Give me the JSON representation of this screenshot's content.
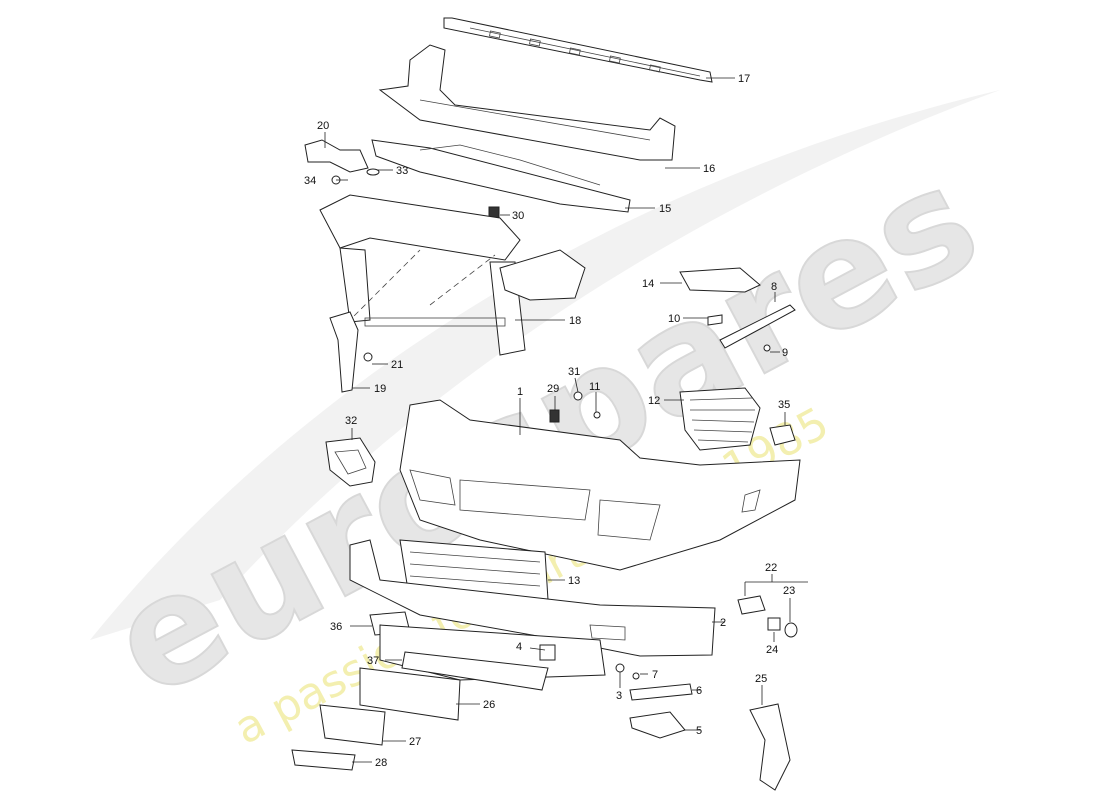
{
  "watermark": {
    "brand": "eurospares",
    "tagline": "a passion for parts since 1985",
    "brand_color": "#e4e4e4",
    "tagline_color": "#f4f1b4"
  },
  "callouts": [
    {
      "id": "c1",
      "text": "1"
    },
    {
      "id": "c2",
      "text": "2"
    },
    {
      "id": "c3",
      "text": "3"
    },
    {
      "id": "c4",
      "text": "4"
    },
    {
      "id": "c5",
      "text": "5"
    },
    {
      "id": "c6",
      "text": "6"
    },
    {
      "id": "c7",
      "text": "7"
    },
    {
      "id": "c8",
      "text": "8"
    },
    {
      "id": "c9",
      "text": "9"
    },
    {
      "id": "c10",
      "text": "10"
    },
    {
      "id": "c11",
      "text": "11"
    },
    {
      "id": "c12",
      "text": "12"
    },
    {
      "id": "c13",
      "text": "13"
    },
    {
      "id": "c14",
      "text": "14"
    },
    {
      "id": "c15",
      "text": "15"
    },
    {
      "id": "c16",
      "text": "16"
    },
    {
      "id": "c17",
      "text": "17"
    },
    {
      "id": "c18",
      "text": "18"
    },
    {
      "id": "c19",
      "text": "19"
    },
    {
      "id": "c20",
      "text": "20"
    },
    {
      "id": "c21",
      "text": "21"
    },
    {
      "id": "c22",
      "text": "22"
    },
    {
      "id": "c23",
      "text": "23"
    },
    {
      "id": "c24",
      "text": "24"
    },
    {
      "id": "c25",
      "text": "25"
    },
    {
      "id": "c26",
      "text": "26"
    },
    {
      "id": "c27",
      "text": "27"
    },
    {
      "id": "c28",
      "text": "28"
    },
    {
      "id": "c29",
      "text": "29"
    },
    {
      "id": "c30",
      "text": "30"
    },
    {
      "id": "c31",
      "text": "31"
    },
    {
      "id": "c32",
      "text": "32"
    },
    {
      "id": "c33",
      "text": "33"
    },
    {
      "id": "c34",
      "text": "34"
    },
    {
      "id": "c35",
      "text": "35"
    },
    {
      "id": "c36",
      "text": "36"
    },
    {
      "id": "c37",
      "text": "37"
    }
  ]
}
